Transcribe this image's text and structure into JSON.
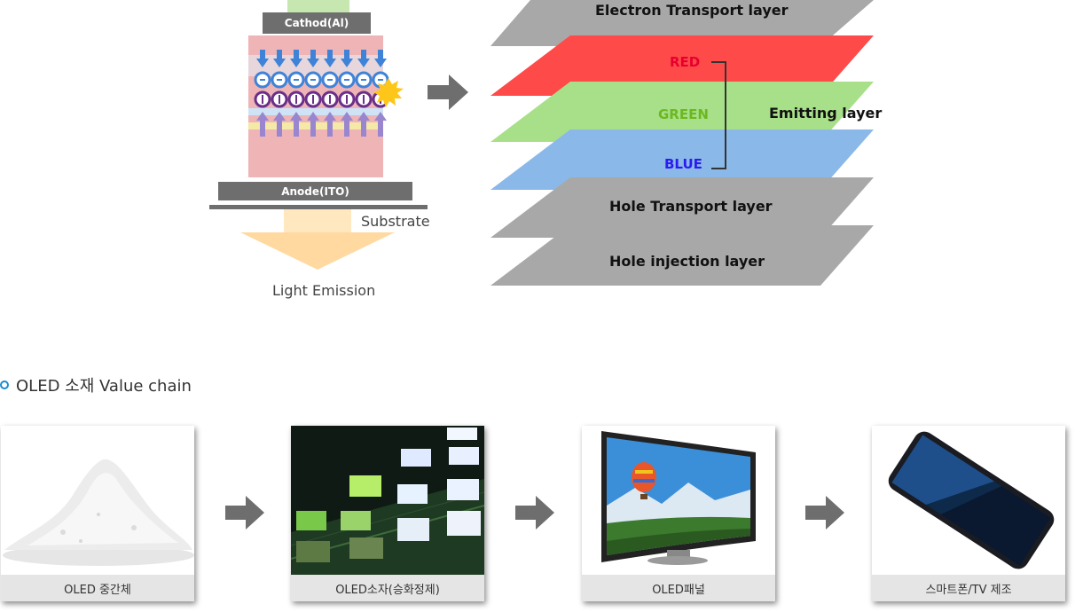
{
  "device": {
    "cathode_label": "Cathod(Al)",
    "anode_label": "Anode(ITO)",
    "substrate_label": "Substrate",
    "emission_label": "Light Emission"
  },
  "layers": {
    "electron_transport": "Electron Transport  layer",
    "red": "RED",
    "green": "GREEN",
    "blue": "BLUE",
    "emitting": "Emitting layer",
    "hole_transport": "Hole Transport layer",
    "hole_injection": "Hole injection layer"
  },
  "value_chain": {
    "title": "OLED 소재 Value chain",
    "steps": [
      {
        "label": "OLED 중간체",
        "icon": "powder-image"
      },
      {
        "label": "OLED소자(승화정제)",
        "icon": "led-chips-image"
      },
      {
        "label": "OLED패널",
        "icon": "tv-panel-image"
      },
      {
        "label": "스마트폰/TV 제조",
        "icon": "smartphone-image"
      }
    ]
  },
  "colors": {
    "red_text": "#e8002d",
    "green_text": "#6cb81f",
    "blue_text": "#2a1cf0",
    "accent_bullet": "#1a8bd0"
  }
}
